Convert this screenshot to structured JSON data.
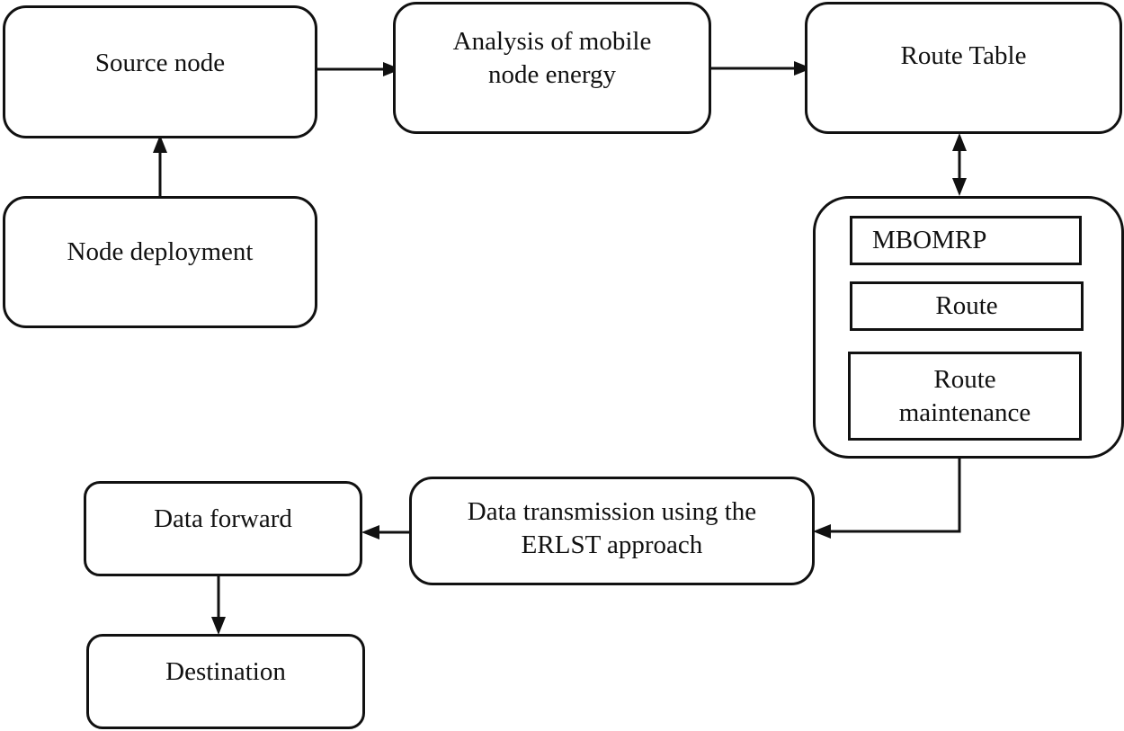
{
  "nodes": {
    "source_node": "Source node",
    "analysis": "Analysis of mobile\nnode energy",
    "route_table": "Route Table",
    "node_deployment": "Node deployment",
    "mbomrp": "MBOMRP",
    "route": "Route",
    "route_maintenance": "Route\nmaintenance",
    "data_transmission": "Data transmission using the\nERLST approach",
    "data_forward": "Data forward",
    "destination": "Destination"
  },
  "colors": {
    "stroke": "#111111",
    "background": "#ffffff"
  }
}
